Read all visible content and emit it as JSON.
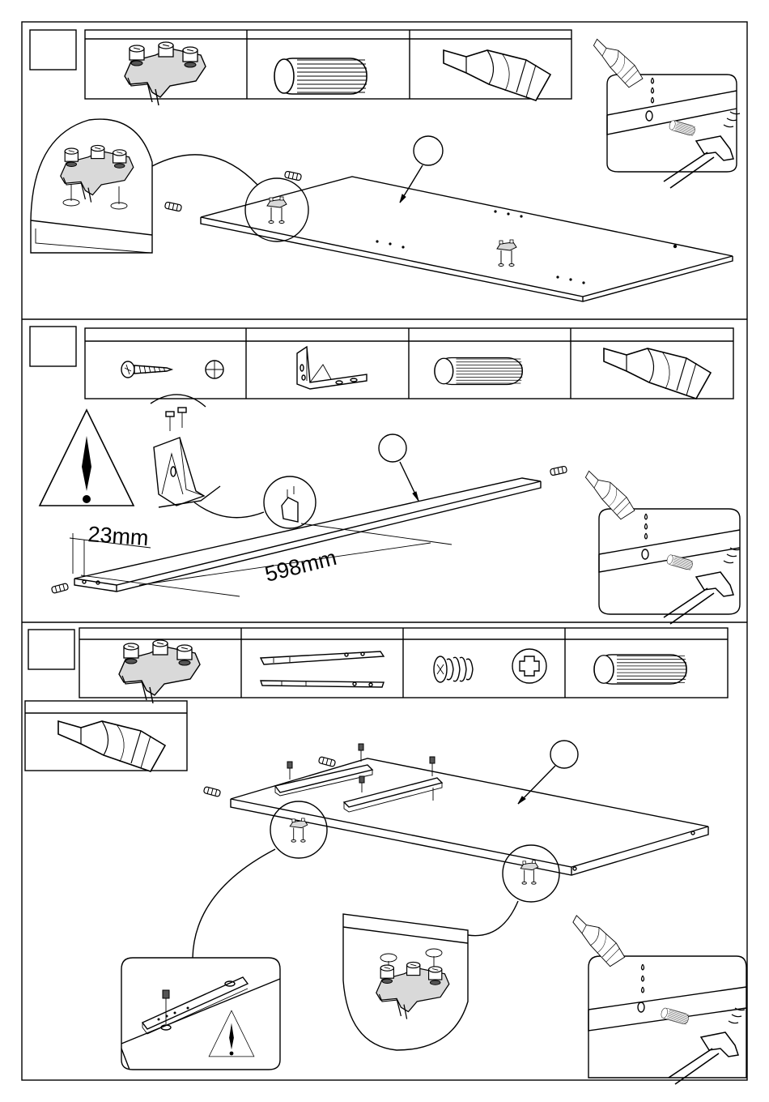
{
  "colors": {
    "line": "#000000",
    "paper": "#ffffff",
    "shade": "#d9d9d9"
  },
  "steps": [
    {
      "parts": [
        "hinge-plate-icon",
        "wooden-dowel-icon",
        "glue-tube-icon"
      ],
      "callouts": [
        "glue-drop-detail",
        "hinge-plate-detail"
      ]
    },
    {
      "parts": [
        "wood-screw-icon",
        "l-bracket-icon",
        "wooden-dowel-icon",
        "glue-tube-icon"
      ],
      "dimensions": {
        "height": "23mm",
        "length": "598mm"
      },
      "callouts": [
        "bracket-detail",
        "glue-drop-detail"
      ]
    },
    {
      "parts": [
        "hinge-plate-icon",
        "drawer-runner-icon",
        "euro-screw-icon",
        "wooden-dowel-icon",
        "glue-tube-icon"
      ],
      "callouts": [
        "runner-detail",
        "hinge-plate-detail",
        "glue-drop-detail"
      ]
    }
  ]
}
